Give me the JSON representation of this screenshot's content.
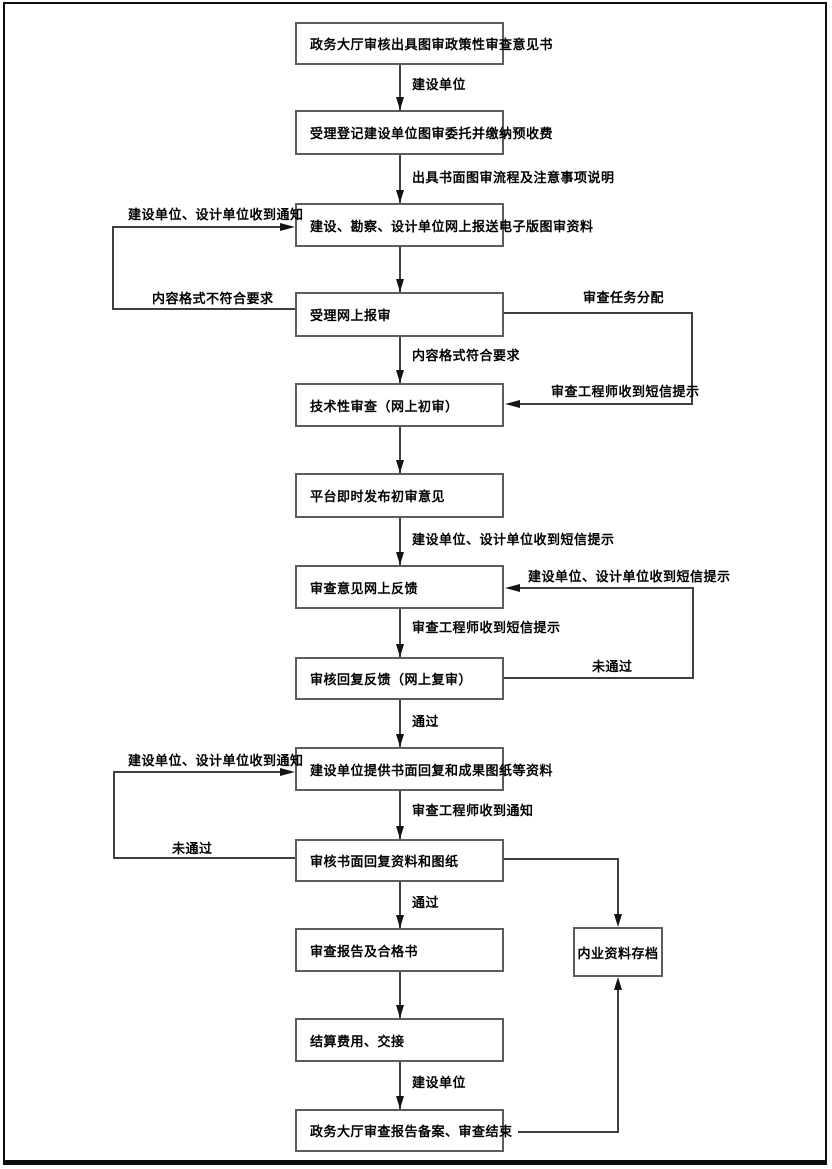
{
  "boxes": [
    {
      "label": "政务大厅审核出具图审政策性审查意见书"
    },
    {
      "label": "受理登记建设单位图审委托并缴纳预收费"
    },
    {
      "label": "建设、勘察、设计单位网上报送电子版图审资料"
    },
    {
      "label": "受理网上报审"
    },
    {
      "label": "技术性审查（网上初审）"
    },
    {
      "label": "平台即时发布初审意见"
    },
    {
      "label": "审查意见网上反馈"
    },
    {
      "label": "审核回复反馈（网上复审）"
    },
    {
      "label": "建设单位提供书面回复和成果图纸等资料"
    },
    {
      "label": "审核书面回复资料和图纸"
    },
    {
      "label": "审查报告及合格书"
    },
    {
      "label": "结算费用、交接"
    },
    {
      "label": "政务大厅审查报告备案、审查结束"
    },
    {
      "label": "内业资料存档"
    }
  ],
  "edge_labels": {
    "a1": "建设单位",
    "a2": "出具书面图审流程及注意事项说明",
    "a4": "内容格式符合要求",
    "a6": "建设单位、设计单位收到短信提示",
    "a7": "审查工程师收到短信提示",
    "a8": "通过",
    "a9": "审查工程师收到通知",
    "a10": "通过",
    "a12": "建设单位",
    "left1_top": "建设单位、设计单位收到通知",
    "left1_bottom": "内容格式不符合要求",
    "left2_top": "建设单位、设计单位收到通知",
    "left2_bottom": "未通过",
    "right1_top": "审查任务分配",
    "right1_bottom": "审查工程师收到短信提示",
    "right2_top": "建设单位、设计单位收到短信提示",
    "right2_bottom": "未通过"
  },
  "colors": {
    "background": "#ffffff",
    "box_border": "#5c5c5c",
    "line": "#3f3f3f",
    "arrow": "#141414",
    "text": "#000000",
    "frame": "#0c0c0c"
  }
}
